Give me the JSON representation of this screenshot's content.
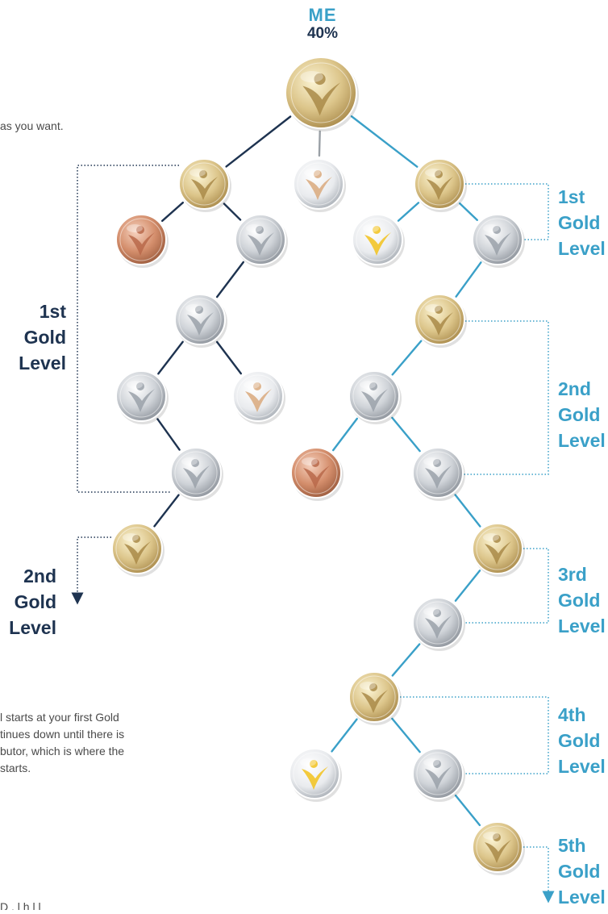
{
  "top": {
    "title": "ME",
    "percent": "40%"
  },
  "side_texts": {
    "top_right_fragment": "as you want.",
    "lower_fragment_1": "l starts at your first Gold",
    "lower_fragment_2": "tinues down until there is",
    "lower_fragment_3": "butor, which is where the",
    "lower_fragment_4": "starts.",
    "bottom_fragment": "D   .  l  h  l  l"
  },
  "levels": {
    "left_first": {
      "ordinal": "1st",
      "word1": "Gold",
      "word2": "Level"
    },
    "left_second": {
      "ordinal": "2nd",
      "word1": "Gold",
      "word2": "Level"
    },
    "right_first": {
      "ordinal": "1st",
      "word1": "Gold",
      "word2": "Level"
    },
    "right_second": {
      "ordinal": "2nd",
      "word1": "Gold",
      "word2": "Level"
    },
    "right_third": {
      "ordinal": "3rd",
      "word1": "Gold",
      "word2": "Level"
    },
    "right_fourth": {
      "ordinal": "4th",
      "word1": "Gold",
      "word2": "Level"
    },
    "right_fifth": {
      "ordinal": "5th",
      "word1": "Gold",
      "word2": "Level"
    }
  },
  "medal_types": [
    "gold",
    "silver",
    "bronze",
    "yellow"
  ],
  "colors": {
    "navy": "#1e3350",
    "blue": "#3aa0c8",
    "grey_connector": "#9aa0a6"
  }
}
